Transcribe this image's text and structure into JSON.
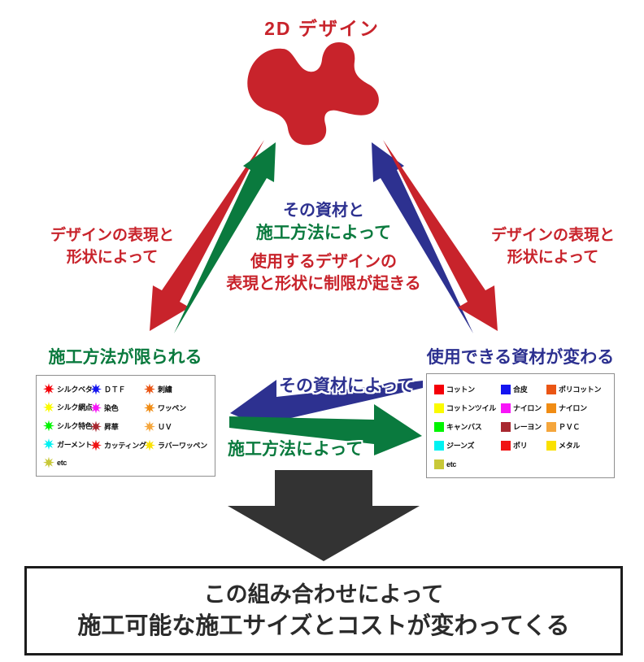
{
  "header": {
    "title": "2D デザイン"
  },
  "labels": {
    "left_line1": "デザインの表現と",
    "left_line2": "形状によって",
    "right_line1": "デザインの表現と",
    "right_line2": "形状によって",
    "center_line1": "その資材と",
    "center_line2": "施工方法によって",
    "center_line3": "使用するデザインの",
    "center_line4": "表現と形状に制限が起きる",
    "mid_blue": "その資材によって",
    "mid_green": "施工方法によって"
  },
  "left_box": {
    "title": "施工方法が限られる",
    "columns": [
      [
        {
          "label": "シルクベタ",
          "color": "#f50008"
        },
        {
          "label": "シルク網点",
          "color": "#fbfb00"
        },
        {
          "label": "シルク特色",
          "color": "#00f400"
        },
        {
          "label": "ガーメント",
          "color": "#00f2f2"
        },
        {
          "label": "etc",
          "color": "#c8c838"
        }
      ],
      [
        {
          "label": "ＤＴＦ",
          "color": "#1414f0"
        },
        {
          "label": "染色",
          "color": "#f814f8"
        },
        {
          "label": "昇華",
          "color": "#a82830"
        },
        {
          "label": "カッティング",
          "color": "#f01414"
        }
      ],
      [
        {
          "label": "刺繍",
          "color": "#ea5514"
        },
        {
          "label": "ワッペン",
          "color": "#f08c14"
        },
        {
          "label": "ＵＶ",
          "color": "#f5a63c"
        },
        {
          "label": "ラバーワッペン",
          "color": "#fae100"
        }
      ]
    ]
  },
  "right_box": {
    "title": "使用できる資材が変わる",
    "columns": [
      [
        {
          "label": "コットン",
          "color": "#f50008"
        },
        {
          "label": "コットンツイル",
          "color": "#fbfb00"
        },
        {
          "label": "キャンバス",
          "color": "#00f400"
        },
        {
          "label": "ジーンズ",
          "color": "#00f2f2"
        },
        {
          "label": "etc",
          "color": "#c8c838"
        }
      ],
      [
        {
          "label": "合皮",
          "color": "#1414f0"
        },
        {
          "label": "ナイロン",
          "color": "#f814f8"
        },
        {
          "label": "レーヨン",
          "color": "#a82830"
        },
        {
          "label": "ポリ",
          "color": "#f01414"
        }
      ],
      [
        {
          "label": "ポリコットン",
          "color": "#ea5514"
        },
        {
          "label": "ナイロン",
          "color": "#f08c14"
        },
        {
          "label": "ＰＶＣ",
          "color": "#f5a63c"
        },
        {
          "label": "メタル",
          "color": "#fae100"
        }
      ]
    ]
  },
  "bottom": {
    "line1": "この組み合わせによって",
    "line2": "施工可能な施工サイズとコストが変わってくる"
  },
  "colors": {
    "red": "#c8232b",
    "green": "#0a7a3e",
    "blue": "#2d3190",
    "dark": "#333333"
  }
}
